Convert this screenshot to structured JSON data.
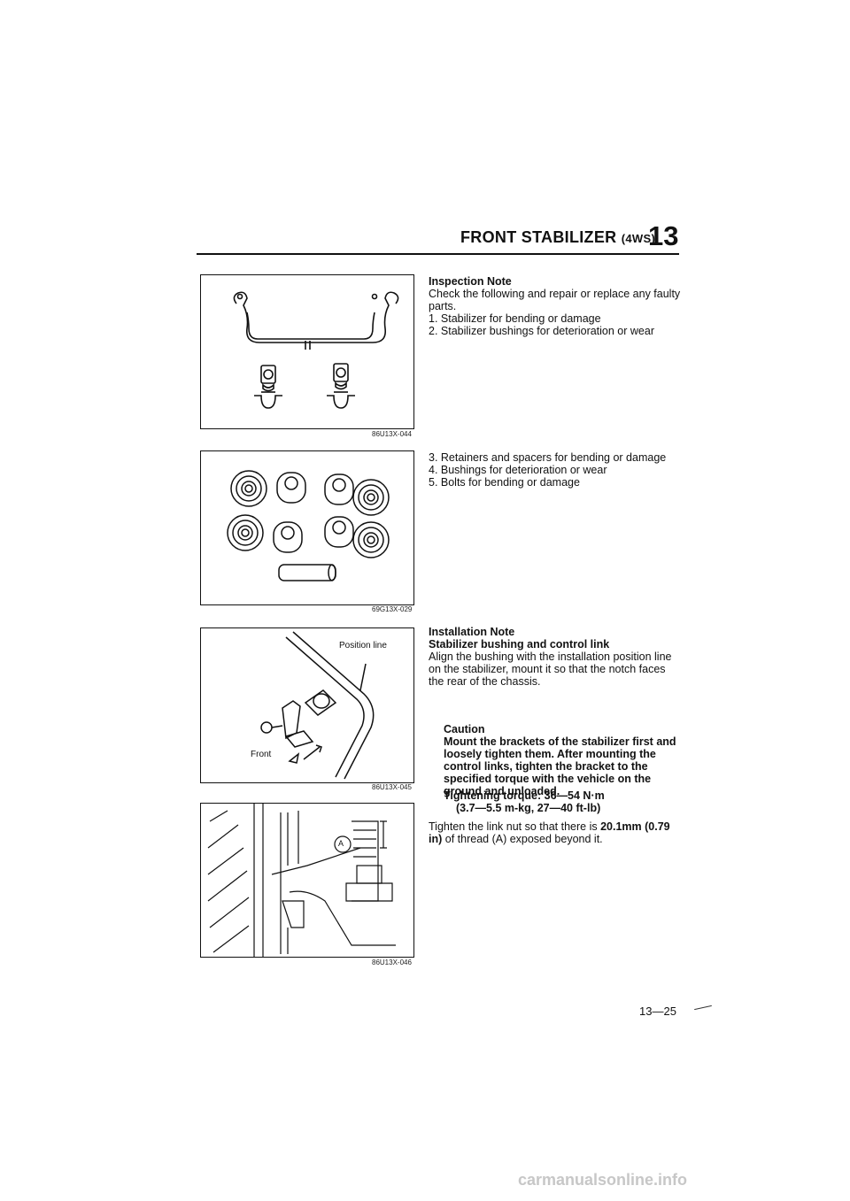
{
  "header": {
    "title": "FRONT STABILIZER",
    "title_suffix": "(4WS)",
    "section_number": "13"
  },
  "figures": [
    {
      "code": "86U13X-044"
    },
    {
      "code": "69G13X-029"
    },
    {
      "code": "86U13X-045",
      "labels": {
        "position_line": "Position line",
        "front": "Front"
      }
    },
    {
      "code": "86U13X-046",
      "labels": {
        "a": "A"
      }
    }
  ],
  "inspection": {
    "heading": "Inspection Note",
    "intro": "Check the following and repair or replace any faulty parts.",
    "items": [
      "1. Stabilizer for bending or damage",
      "2. Stabilizer bushings for deterioration or wear",
      "3. Retainers and spacers for bending or damage",
      "4. Bushings for deterioration or wear",
      "5. Bolts for bending or damage"
    ]
  },
  "installation": {
    "heading": "Installation Note",
    "subheading": "Stabilizer bushing and control link",
    "body": "Align the bushing with the installation position line on the stabilizer, mount it so that the notch faces the rear of the chassis.",
    "caution_heading": "Caution",
    "caution_text": "Mount the brackets of the stabilizer first and loosely tighten them. After mounting the control links, tighten the bracket to the specified torque with the vehicle on the ground and unloaded.",
    "torque_line1": "Tightening torque: 36—54 N·m",
    "torque_line2": "(3.7—5.5 m-kg, 27—40 ft-lb)",
    "tighten_pre": "Tighten the link nut so that there is ",
    "tighten_bold": "20.1mm (0.79 in)",
    "tighten_post": " of thread (A) exposed beyond it."
  },
  "footer": {
    "page_number": "13—25"
  },
  "watermark": "carmanualsonline.info"
}
